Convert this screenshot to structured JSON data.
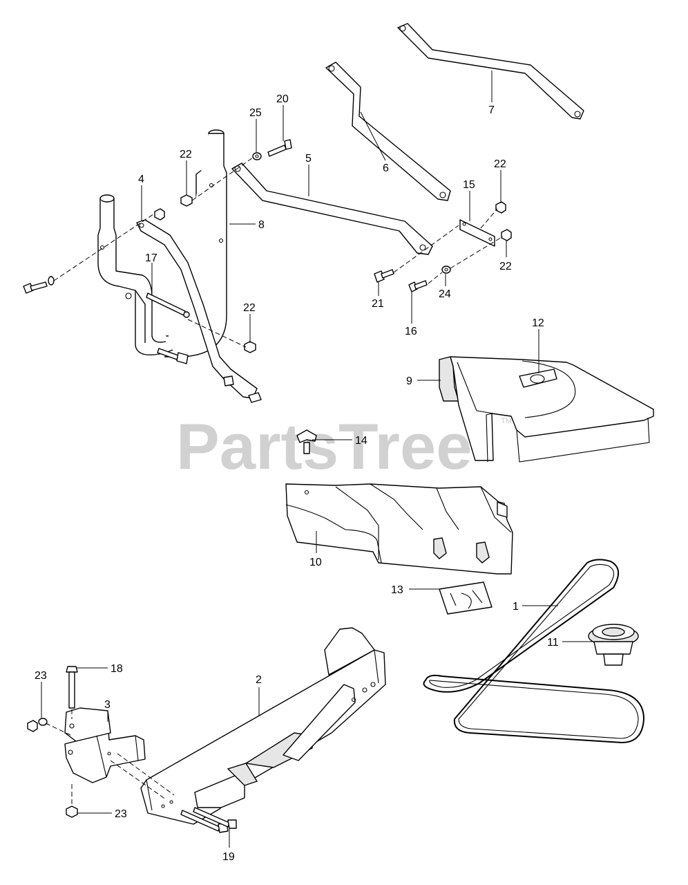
{
  "watermark": {
    "text": "PartsTree",
    "trademark": "TM"
  },
  "callouts": [
    {
      "id": "c1",
      "label": "1"
    },
    {
      "id": "c2",
      "label": "2"
    },
    {
      "id": "c3",
      "label": "3"
    },
    {
      "id": "c4",
      "label": "4"
    },
    {
      "id": "c5",
      "label": "5"
    },
    {
      "id": "c6",
      "label": "6"
    },
    {
      "id": "c7",
      "label": "7"
    },
    {
      "id": "c8",
      "label": "8"
    },
    {
      "id": "c9",
      "label": "9"
    },
    {
      "id": "c10",
      "label": "10"
    },
    {
      "id": "c11",
      "label": "11"
    },
    {
      "id": "c12",
      "label": "12"
    },
    {
      "id": "c13",
      "label": "13"
    },
    {
      "id": "c14",
      "label": "14"
    },
    {
      "id": "c15",
      "label": "15"
    },
    {
      "id": "c16",
      "label": "16"
    },
    {
      "id": "c17",
      "label": "17"
    },
    {
      "id": "c18",
      "label": "18"
    },
    {
      "id": "c19",
      "label": "19"
    },
    {
      "id": "c20",
      "label": "20"
    },
    {
      "id": "c21",
      "label": "21"
    },
    {
      "id": "c22a",
      "label": "22"
    },
    {
      "id": "c22b",
      "label": "22"
    },
    {
      "id": "c22c",
      "label": "22"
    },
    {
      "id": "c22d",
      "label": "22"
    },
    {
      "id": "c23a",
      "label": "23"
    },
    {
      "id": "c23b",
      "label": "23"
    },
    {
      "id": "c24",
      "label": "24"
    },
    {
      "id": "c25",
      "label": "25"
    }
  ]
}
